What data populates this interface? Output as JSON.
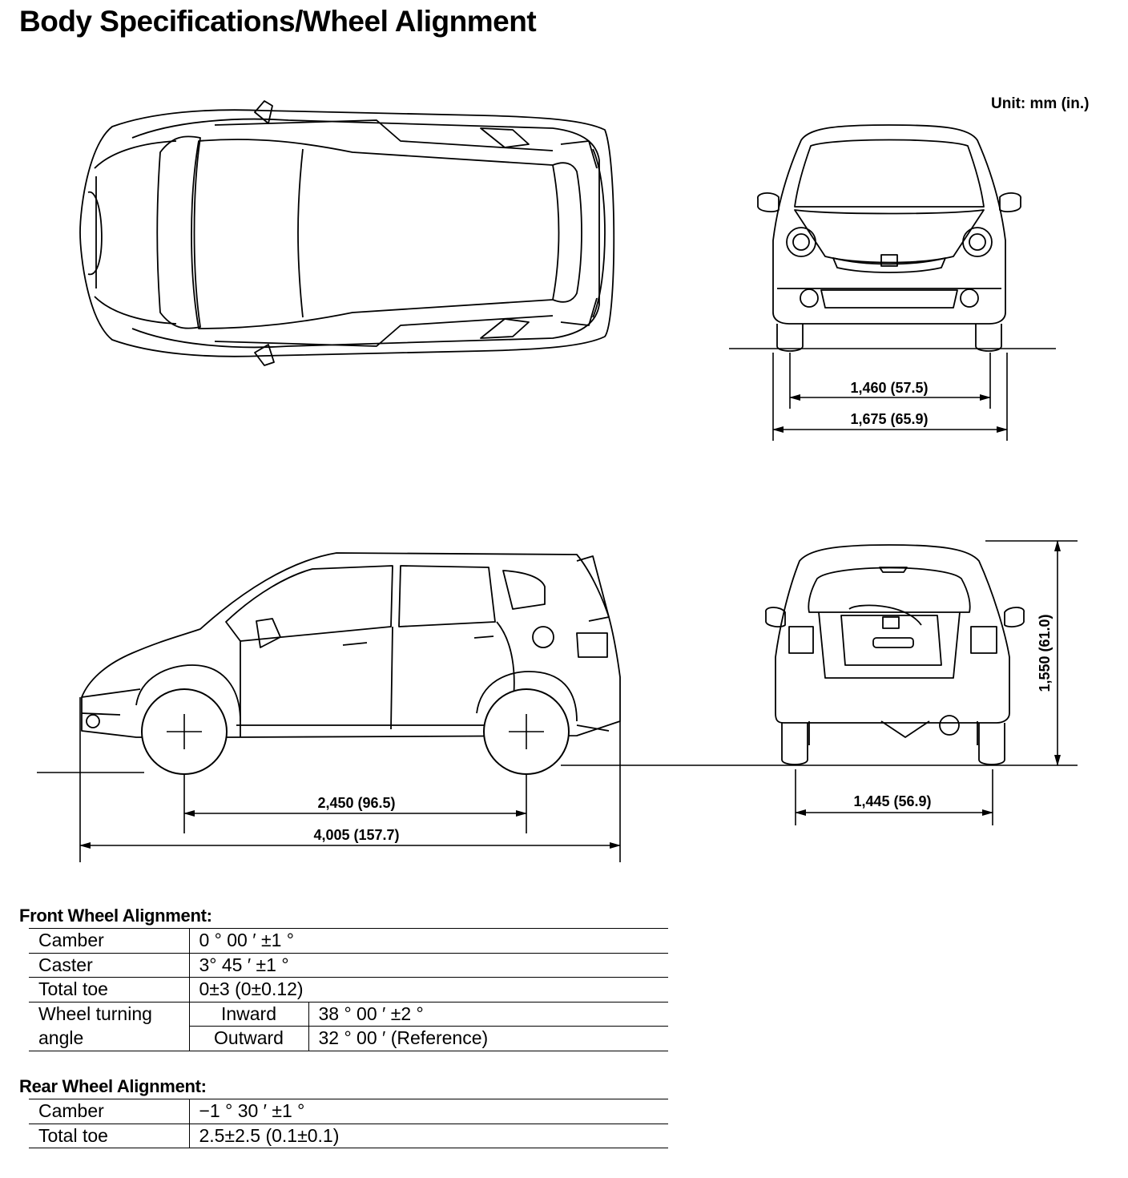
{
  "title": "Body Specifications/Wheel Alignment",
  "unit": "Unit: mm (in.)",
  "dimensions": {
    "front_track": "1,460 (57.5)",
    "overall_width": "1,675 (65.9)",
    "wheelbase": "2,450 (96.5)",
    "overall_length": "4,005 (157.7)",
    "rear_track": "1,445 (56.9)",
    "overall_height": "1,550 (61.0)"
  },
  "front_alignment": {
    "heading": "Front Wheel Alignment:",
    "camber_label": "Camber",
    "camber_value": "0 ° 00 ′ ±1 °",
    "caster_label": "Caster",
    "caster_value": "3° 45 ′ ±1 °",
    "toe_label": "Total toe",
    "toe_value": "0±3 (0±0.12)",
    "turning_label_1": "Wheel turning",
    "turning_label_2": "angle",
    "inward_label": "Inward",
    "inward_value": "38 ° 00 ′ ±2 °",
    "outward_label": "Outward",
    "outward_value": "32 ° 00 ′ (Reference)"
  },
  "rear_alignment": {
    "heading": "Rear Wheel Alignment:",
    "camber_label": "Camber",
    "camber_value": "−1 ° 30 ′ ±1 °",
    "toe_label": "Total toe",
    "toe_value": "2.5±2.5 (0.1±0.1)"
  }
}
